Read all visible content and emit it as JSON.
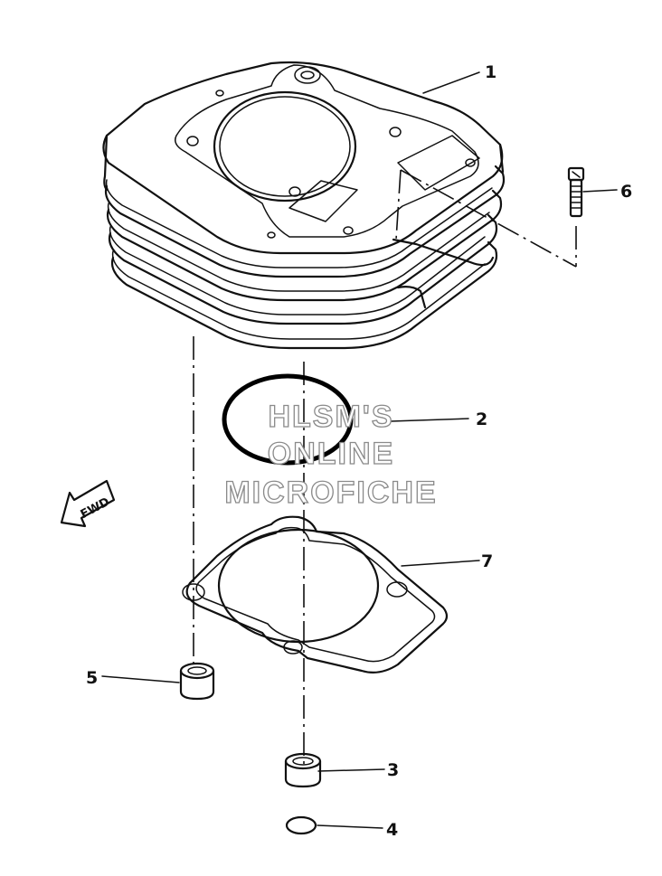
{
  "callouts": [
    {
      "id": "1",
      "label": "1"
    },
    {
      "id": "2",
      "label": "2"
    },
    {
      "id": "3",
      "label": "3"
    },
    {
      "id": "4",
      "label": "4"
    },
    {
      "id": "5",
      "label": "5"
    },
    {
      "id": "6",
      "label": "6"
    },
    {
      "id": "7",
      "label": "7"
    }
  ],
  "direction_arrow": {
    "label": "FWD",
    "icon": "arrow-left-icon"
  },
  "watermark": {
    "line1": "HLSM'S",
    "line2": "ONLINE",
    "line3": "MICROFICHE"
  },
  "colors": {
    "ink": "#111111",
    "ring": "#000000",
    "watermark_outline": "#8a8a8a"
  }
}
